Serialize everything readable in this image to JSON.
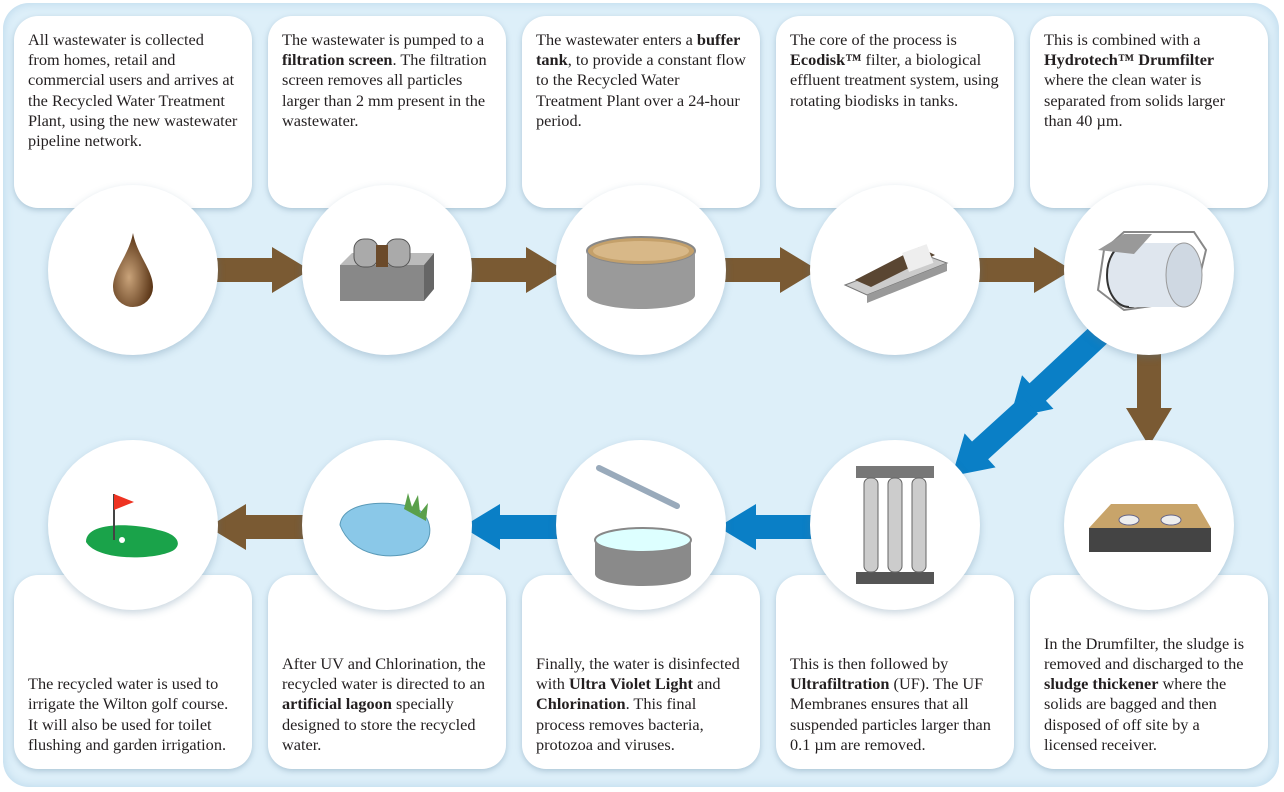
{
  "colors": {
    "background": "#ddeff9",
    "brown_arrow": "#7a5a33",
    "blue_arrow": "#0a7fc6"
  },
  "steps": [
    {
      "icon": "wastewater-drop-icon",
      "text": [
        {
          "t": "All wastewater is collected from homes, retail and commercial users and arrives at the Recycled Water Treatment Plant, using the new wastewater pipeline network."
        }
      ]
    },
    {
      "icon": "filtration-screen-icon",
      "text": [
        {
          "t": "The wastewater is pumped to a "
        },
        {
          "t": "filtration screen",
          "b": true
        },
        {
          "t": ". The filtration screen removes all particles larger than 2 mm present in the wastewater."
        }
      ]
    },
    {
      "icon": "buffer-tank-icon",
      "text": [
        {
          "t": "The wastewater enters a "
        },
        {
          "t": "buffer tank",
          "b": true
        },
        {
          "t": ", to provide a constant flow to the Recycled Water Treatment Plant over a 24-hour period."
        }
      ]
    },
    {
      "icon": "ecodisk-filter-icon",
      "text": [
        {
          "t": "The core of the process is "
        },
        {
          "t": "Ecodisk™",
          "b": true
        },
        {
          "t": "  filter, a biological effluent treatment system, using rotating biodisks in tanks."
        }
      ]
    },
    {
      "icon": "drumfilter-icon",
      "text": [
        {
          "t": "This is combined with a "
        },
        {
          "t": "Hydrotech™ Drumfilter",
          "b": true
        },
        {
          "t": " where the clean water is separated from solids larger than 40 µm."
        }
      ]
    },
    {
      "icon": "sludge-thickener-icon",
      "text": [
        {
          "t": "In the Drumfilter, the sludge is removed and discharged to the "
        },
        {
          "t": "sludge thickener",
          "b": true
        },
        {
          "t": " where the solids are bagged and then disposed of off site by a licensed receiver."
        }
      ]
    },
    {
      "icon": "ultrafiltration-membrane-icon",
      "text": [
        {
          "t": "This is then followed by "
        },
        {
          "t": "Ultrafiltration",
          "b": true
        },
        {
          "t": " (UF). The UF Membranes ensures that all suspended particles larger than 0.1 µm are removed."
        }
      ]
    },
    {
      "icon": "uv-chlorination-icon",
      "text": [
        {
          "t": "Finally, the water is disinfected with "
        },
        {
          "t": "Ultra Violet Light",
          "b": true
        },
        {
          "t": " and "
        },
        {
          "t": "Chlorination",
          "b": true
        },
        {
          "t": ". This final process removes bacteria, protozoa and viruses."
        }
      ]
    },
    {
      "icon": "artificial-lagoon-icon",
      "text": [
        {
          "t": "After UV and Chlorination, the recycled water is directed to an "
        },
        {
          "t": "artificial lagoon",
          "b": true
        },
        {
          "t": " specially designed to store the recycled water."
        }
      ]
    },
    {
      "icon": "golf-course-icon",
      "text": [
        {
          "t": "The recycled water is used to irrigate the Wilton golf course. It will also be used for toilet flushing and garden irrigation."
        }
      ]
    }
  ]
}
